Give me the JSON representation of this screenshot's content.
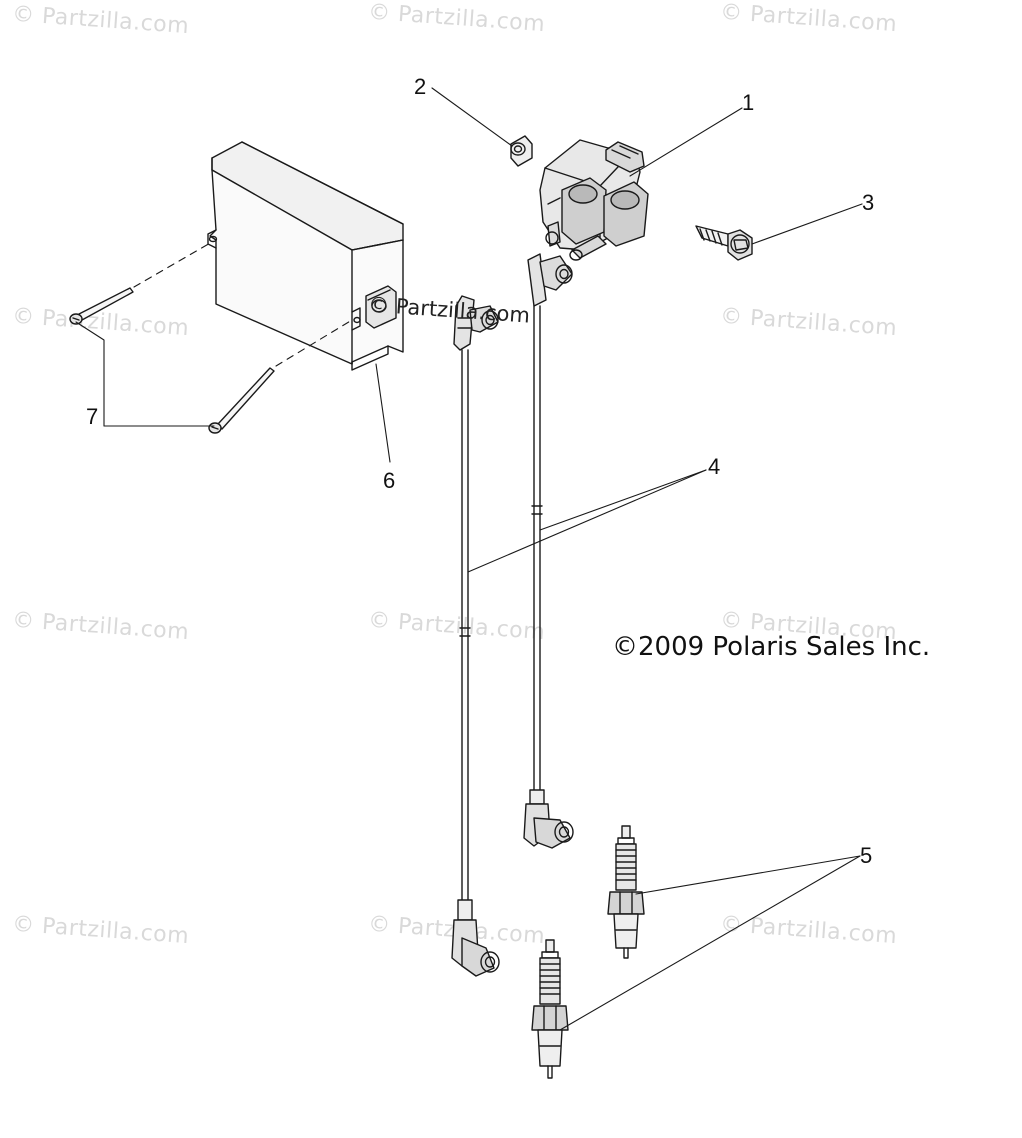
{
  "watermark": "© Partzilla.com",
  "center_watermark": "© Partzilla.com",
  "copyright": "©2009 Polaris Sales Inc.",
  "callouts": {
    "c1": "1",
    "c2": "2",
    "c3": "3",
    "c4": "4",
    "c5": "5",
    "c6": "6",
    "c7": "7"
  }
}
